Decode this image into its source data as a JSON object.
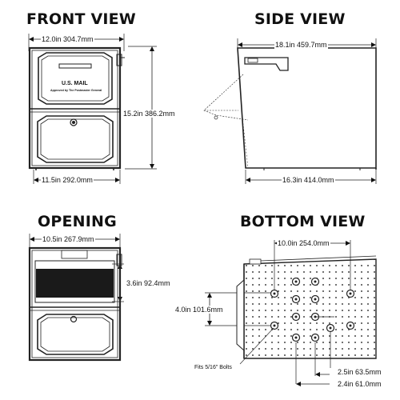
{
  "front_view": {
    "title": "FRONT VIEW",
    "width_top": "12.0in  304.7mm",
    "height": "15.2in  386.2mm",
    "width_bottom": "11.5in  292.0mm",
    "door_label": "U.S. MAIL",
    "door_sublabel": "Approved by The Postmaster General"
  },
  "side_view": {
    "title": "SIDE VIEW",
    "depth_top": "18.1in  459.7mm",
    "depth_bottom": "16.3in  414.0mm"
  },
  "opening": {
    "title": "OPENING",
    "width": "10.5in  267.9mm",
    "height": "3.6in  92.4mm"
  },
  "bottom_view": {
    "title": "BOTTOM VIEW",
    "bolt_span_x": "10.0in  254.0mm",
    "bolt_span_y": "4.0in  101.6mm",
    "bolt_offset_a": "2.5in  63.5mm",
    "bolt_offset_b": "2.4in  61.0mm",
    "bolt_note": "Fits 5/16\" Bolts"
  }
}
